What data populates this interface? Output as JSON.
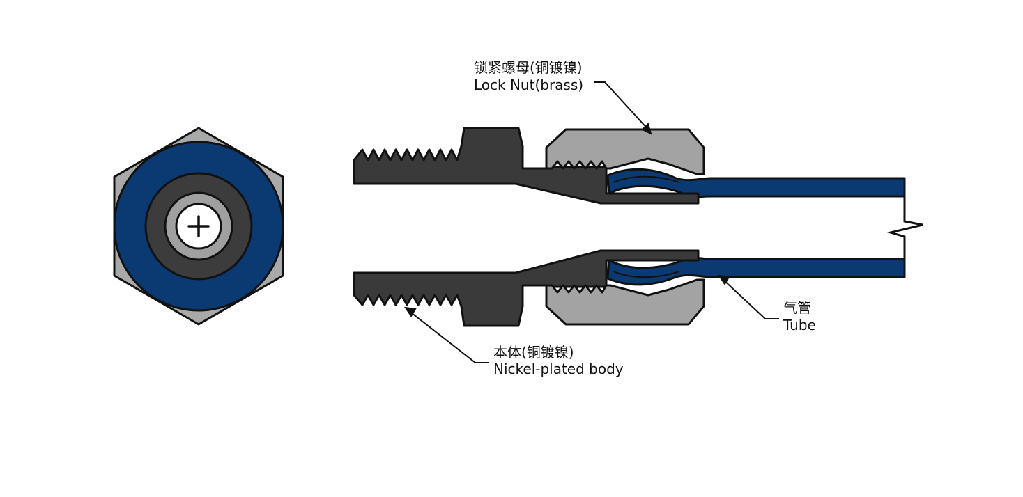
{
  "labels": {
    "lock_nut": {
      "cn": "锁紧螺母(铜镀镍)",
      "en": "Lock Nut(brass)"
    },
    "body": {
      "cn": "本体(铜镀镍)",
      "en": "Nickel-plated body"
    },
    "tube": {
      "cn": "气管",
      "en": "Tube"
    }
  },
  "colors": {
    "outline": "#111111",
    "body": "#3a3a3a",
    "nut": "#a3a3a3",
    "tube": "#0b3a72",
    "dark_ring": "#3c3c3c",
    "light_ring": "#a0a0a0",
    "hex": "#a9a9a9"
  }
}
